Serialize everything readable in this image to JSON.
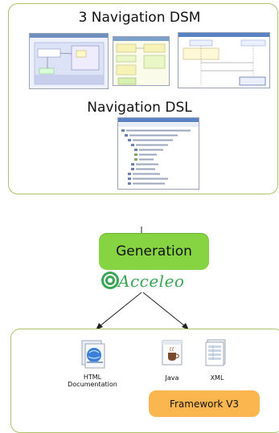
{
  "dsm": {
    "title": "3 Navigation DSM"
  },
  "dsl": {
    "title": "Navigation DSL"
  },
  "generation": {
    "label": "Generation"
  },
  "acceleo": {
    "name": "Acceleo"
  },
  "outputs": {
    "html_label_line1": "HTML",
    "html_label_line2": "Documentation",
    "java_label": "Java",
    "xml_label": "XML",
    "framework_label": "Framework V3"
  },
  "colors": {
    "panel_border": "#a9c46a",
    "generation_fill": "#86d442",
    "framework_fill": "#fbb64f",
    "acceleo_green": "#3aa655"
  }
}
